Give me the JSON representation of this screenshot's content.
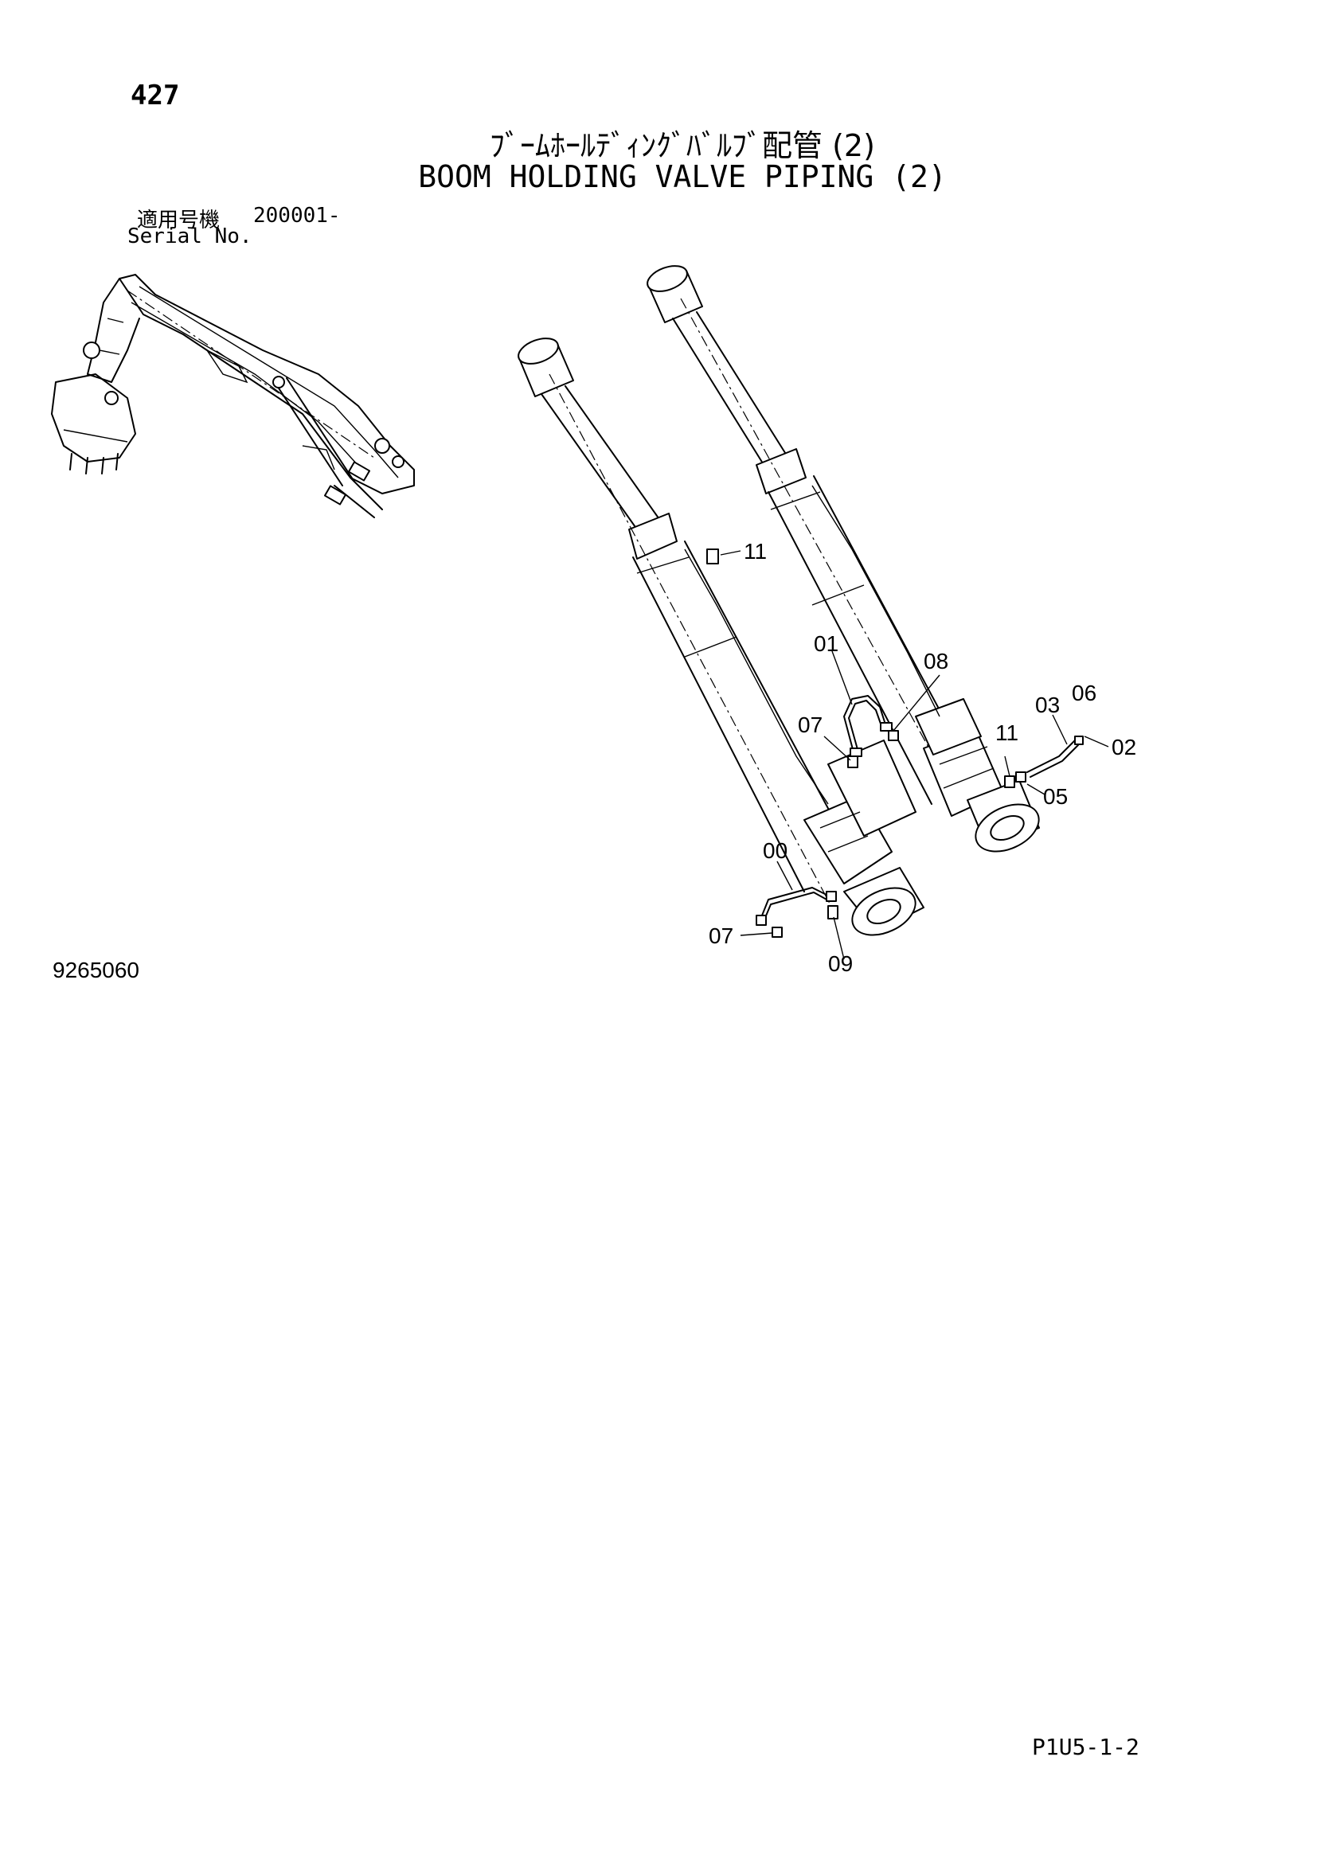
{
  "header": {
    "page_number": "427",
    "title_jp": "ﾌﾞｰﾑﾎｰﾙﾃﾞｨﾝｸﾞﾊﾞﾙﾌﾞ配管 (2)",
    "title_en": "BOOM HOLDING VALVE PIPING (2)",
    "serial_label_jp": "適用号機",
    "serial_range": "200001-",
    "serial_label_en": "Serial No."
  },
  "diagram": {
    "callouts": {
      "p11a": "11",
      "p01": "01",
      "p08": "08",
      "p03": "03",
      "p06": "06",
      "p07a": "07",
      "p11b": "11",
      "p02": "02",
      "p05": "05",
      "p00": "00",
      "p07b": "07",
      "p09": "09"
    }
  },
  "footer": {
    "drawing_number": "9265060",
    "page_code": "P1U5-1-2"
  }
}
